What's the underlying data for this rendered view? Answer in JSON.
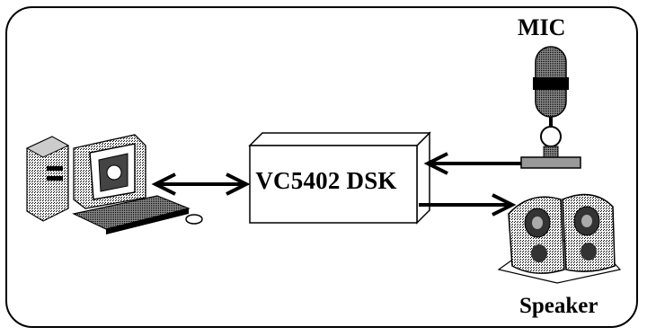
{
  "diagram": {
    "dsk_label": "VC5402 DSK",
    "mic_label": "MIC",
    "speaker_label": "Speaker"
  },
  "icons": {
    "computer": "computer-icon",
    "microphone": "microphone-icon",
    "speakers": "speakers-icon"
  }
}
